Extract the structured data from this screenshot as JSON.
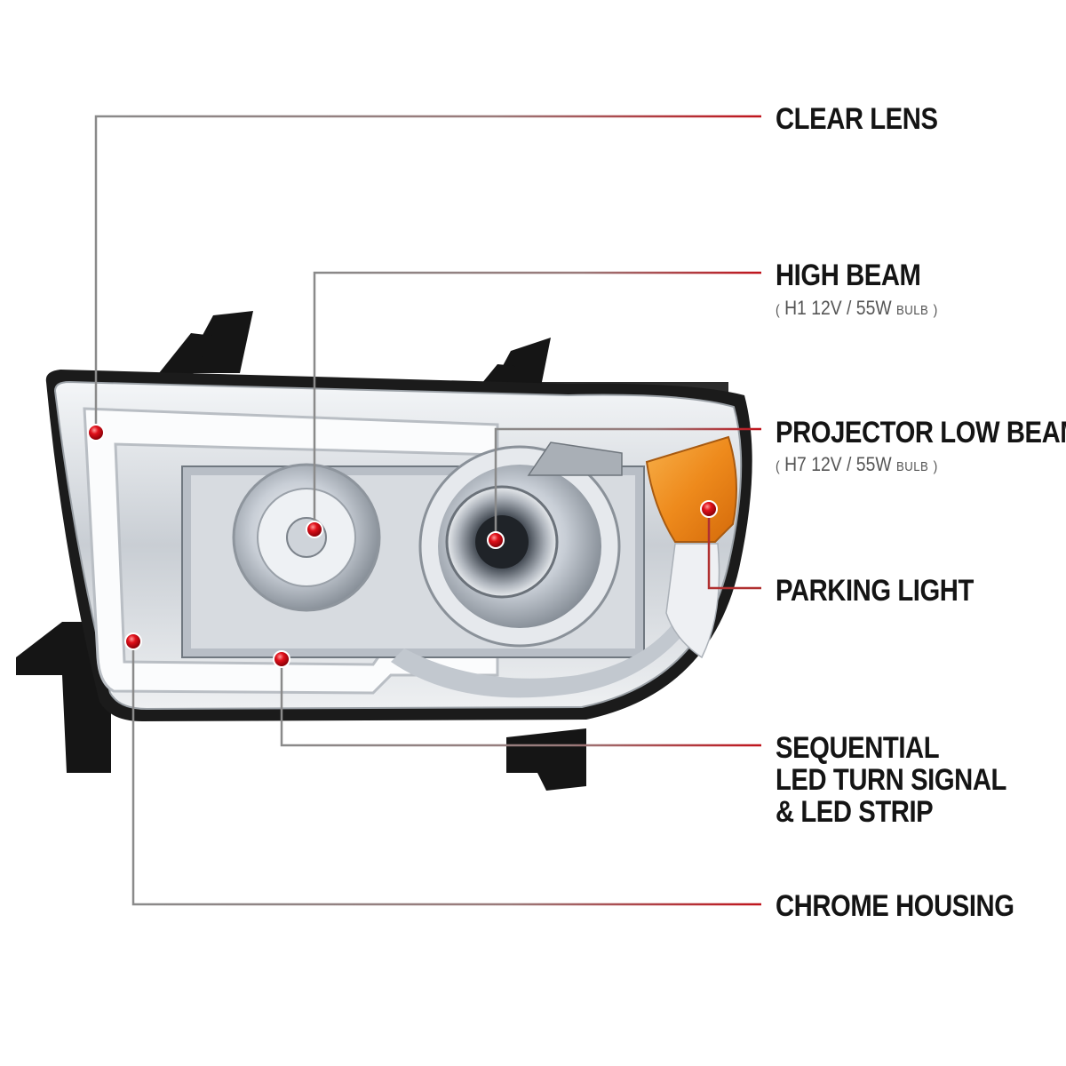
{
  "callouts": {
    "clear_lens": {
      "label": "CLEAR LENS"
    },
    "high_beam": {
      "label": "HIGH BEAM",
      "spec_open": "(",
      "spec_bulb": "H1",
      "spec_power": "12V / 55W",
      "spec_unit": "BULB",
      "spec_close": ")"
    },
    "projector_low_beam": {
      "label": "PROJECTOR LOW BEAM",
      "spec_open": "(",
      "spec_bulb": "H7",
      "spec_power": "12V / 55W",
      "spec_unit": "BULB",
      "spec_close": ")"
    },
    "parking_light": {
      "label": "PARKING LIGHT"
    },
    "sequential": {
      "lines": [
        "SEQUENTIAL",
        "LED TURN SIGNAL",
        "& LED STRIP"
      ]
    },
    "chrome_housing": {
      "label": "CHROME HOUSING"
    }
  },
  "colors": {
    "leader_gray": "#8a8a8a",
    "leader_red": "#c0141c",
    "marker_red": "#e0101a",
    "amber": "#f08a1a",
    "chrome": "#d9dde2",
    "black_plastic": "#151515"
  }
}
